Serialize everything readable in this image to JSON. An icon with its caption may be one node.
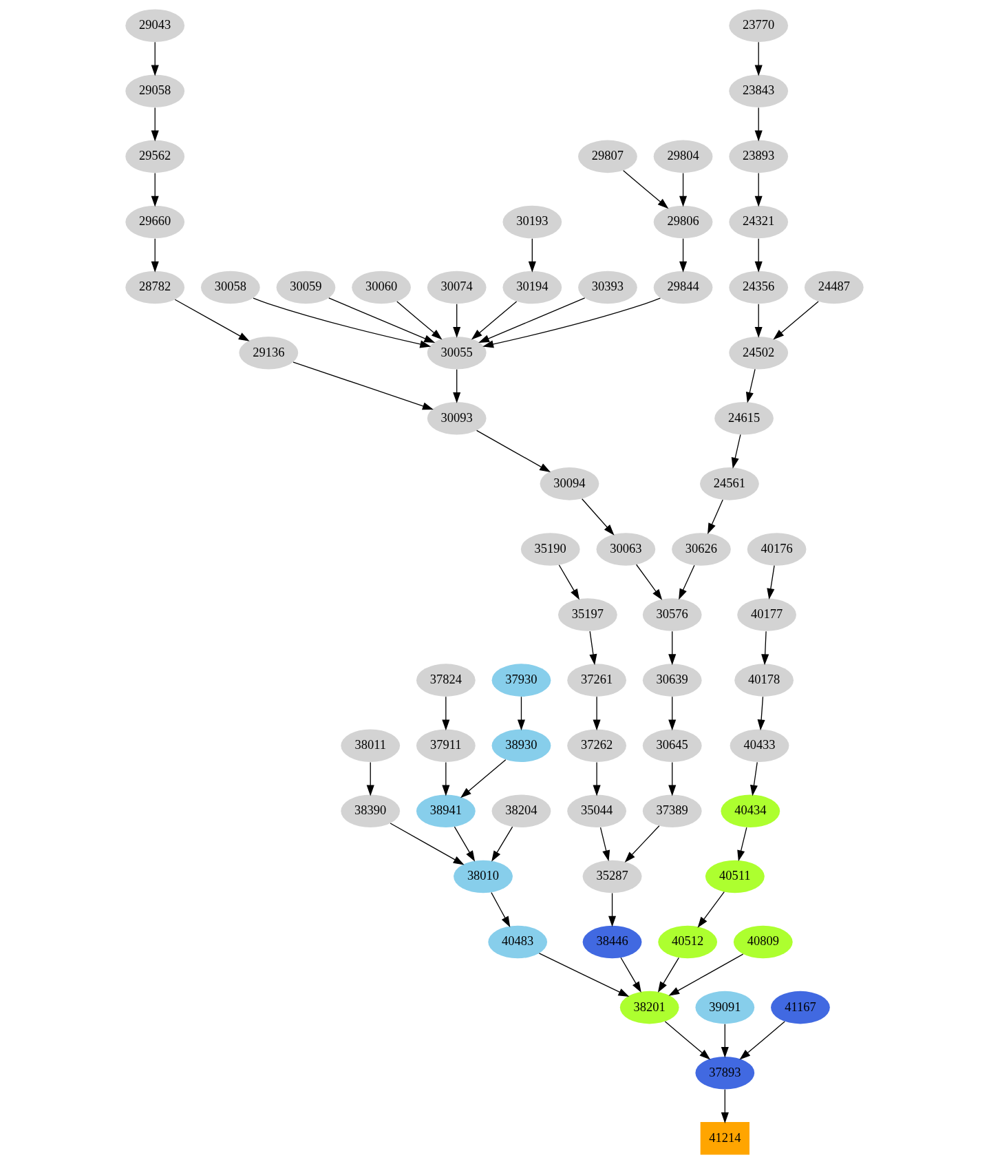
{
  "diagram": {
    "nodes": [
      {
        "text": [
          "29043"
        ]
      },
      {
        "text": [
          "23770"
        ]
      },
      {
        "text": [
          "29058"
        ]
      },
      {
        "text": [
          "23843"
        ]
      },
      {
        "text": [
          "29562"
        ]
      },
      {
        "text": [
          "29804"
        ]
      },
      {
        "text": [
          "29807"
        ]
      },
      {
        "text": [
          "23893"
        ]
      },
      {
        "text": [
          "29660"
        ]
      },
      {
        "text": [
          "29806"
        ]
      },
      {
        "text": [
          "30193"
        ]
      },
      {
        "text": [
          "24321"
        ]
      },
      {
        "text": [
          "28782"
        ]
      },
      {
        "text": [
          "29844"
        ]
      },
      {
        "text": [
          "30058"
        ]
      },
      {
        "text": [
          "30059"
        ]
      },
      {
        "text": [
          "30060"
        ]
      },
      {
        "text": [
          "30074"
        ]
      },
      {
        "text": [
          "30194"
        ]
      },
      {
        "text": [
          "30393"
        ]
      },
      {
        "text": [
          "24356"
        ]
      },
      {
        "text": [
          "24487"
        ]
      },
      {
        "text": [
          "29136"
        ]
      },
      {
        "text": [
          "30055"
        ]
      },
      {
        "text": [
          "24502"
        ]
      },
      {
        "text": [
          "30093"
        ]
      },
      {
        "text": [
          "24615"
        ]
      },
      {
        "text": [
          "30094"
        ]
      },
      {
        "text": [
          "24561"
        ]
      },
      {
        "text": [
          "35190"
        ]
      },
      {
        "text": [
          "30063"
        ]
      },
      {
        "text": [
          "30626"
        ]
      },
      {
        "text": [
          "40176"
        ]
      },
      {
        "text": [
          "35197"
        ]
      },
      {
        "text": [
          "30576"
        ]
      },
      {
        "text": [
          "40177"
        ]
      },
      {
        "text": [
          "37261"
        ]
      },
      {
        "text": [
          "30639"
        ]
      },
      {
        "text": [
          "37930"
        ]
      },
      {
        "text": [
          "37824"
        ]
      },
      {
        "text": [
          "40178"
        ]
      },
      {
        "text": [
          "37262"
        ]
      },
      {
        "text": [
          "30645"
        ]
      },
      {
        "text": [
          "38930"
        ]
      },
      {
        "text": [
          "37911"
        ]
      },
      {
        "text": [
          "38011"
        ]
      },
      {
        "text": [
          "40433"
        ]
      },
      {
        "text": [
          "35044"
        ]
      },
      {
        "text": [
          "37389"
        ]
      },
      {
        "text": [
          "38941"
        ]
      },
      {
        "text": [
          "38204"
        ]
      },
      {
        "text": [
          "38390"
        ]
      },
      {
        "text": [
          "40434"
        ]
      },
      {
        "text": [
          "35287"
        ]
      },
      {
        "text": [
          "38010"
        ]
      },
      {
        "text": [
          "40511"
        ]
      },
      {
        "text": [
          "38446"
        ]
      },
      {
        "text": [
          "40483"
        ]
      },
      {
        "text": [
          "40512"
        ]
      },
      {
        "text": [
          "40809"
        ]
      },
      {
        "text": [
          "38201"
        ]
      },
      {
        "text": [
          "39091"
        ]
      },
      {
        "text": [
          "41167"
        ]
      },
      {
        "text": [
          "37893"
        ]
      },
      {
        "text": [
          "41214"
        ]
      }
    ],
    "edges": [
      {
        "from": 0,
        "to": 2,
        "arrow": "to"
      },
      {
        "from": 2,
        "to": 4,
        "arrow": "to"
      },
      {
        "from": 4,
        "to": 8,
        "arrow": "to"
      },
      {
        "from": 8,
        "to": 12,
        "arrow": "to"
      },
      {
        "from": 12,
        "to": 22,
        "arrow": "to"
      },
      {
        "from": 5,
        "to": 9,
        "arrow": "to"
      },
      {
        "from": 6,
        "to": 9,
        "arrow": "to"
      },
      {
        "from": 9,
        "to": 13,
        "arrow": "to"
      },
      {
        "from": 10,
        "to": 18,
        "arrow": "to"
      },
      {
        "from": 13,
        "to": 23,
        "arrow": "to"
      },
      {
        "from": 14,
        "to": 23,
        "arrow": "to"
      },
      {
        "from": 15,
        "to": 23,
        "arrow": "to"
      },
      {
        "from": 16,
        "to": 23,
        "arrow": "to"
      },
      {
        "from": 17,
        "to": 23,
        "arrow": "to"
      },
      {
        "from": 18,
        "to": 23,
        "arrow": "to"
      },
      {
        "from": 19,
        "to": 23,
        "arrow": "to"
      },
      {
        "from": 23,
        "to": 25,
        "arrow": "to"
      },
      {
        "from": 22,
        "to": 25,
        "arrow": "to"
      },
      {
        "from": 25,
        "to": 27,
        "arrow": "to"
      },
      {
        "from": 27,
        "to": 30,
        "arrow": "to"
      },
      {
        "from": 30,
        "to": 34,
        "arrow": "to"
      },
      {
        "from": 1,
        "to": 3,
        "arrow": "to"
      },
      {
        "from": 3,
        "to": 7,
        "arrow": "to"
      },
      {
        "from": 7,
        "to": 11,
        "arrow": "to"
      },
      {
        "from": 11,
        "to": 20,
        "arrow": "to"
      },
      {
        "from": 20,
        "to": 24,
        "arrow": "to"
      },
      {
        "from": 21,
        "to": 24,
        "arrow": "to"
      },
      {
        "from": 24,
        "to": 26,
        "arrow": "to"
      },
      {
        "from": 26,
        "to": 28,
        "arrow": "to"
      },
      {
        "from": 28,
        "to": 31,
        "arrow": "to"
      },
      {
        "from": 31,
        "to": 34,
        "arrow": "to"
      },
      {
        "from": 34,
        "to": 37,
        "arrow": "to"
      },
      {
        "from": 37,
        "to": 42,
        "arrow": "to"
      },
      {
        "from": 42,
        "to": 48,
        "arrow": "to"
      },
      {
        "from": 48,
        "to": 53,
        "arrow": "to"
      },
      {
        "from": 29,
        "to": 33,
        "arrow": "to"
      },
      {
        "from": 33,
        "to": 36,
        "arrow": "to"
      },
      {
        "from": 36,
        "to": 41,
        "arrow": "to"
      },
      {
        "from": 41,
        "to": 47,
        "arrow": "to"
      },
      {
        "from": 47,
        "to": 53,
        "arrow": "to"
      },
      {
        "from": 53,
        "to": 56,
        "arrow": "to"
      },
      {
        "from": 38,
        "to": 43,
        "arrow": "to"
      },
      {
        "from": 43,
        "to": 49,
        "arrow": "to"
      },
      {
        "from": 39,
        "to": 44,
        "arrow": "to"
      },
      {
        "from": 44,
        "to": 49,
        "arrow": "to"
      },
      {
        "from": 45,
        "to": 51,
        "arrow": "to"
      },
      {
        "from": 49,
        "to": 54,
        "arrow": "to"
      },
      {
        "from": 50,
        "to": 54,
        "arrow": "to"
      },
      {
        "from": 51,
        "to": 54,
        "arrow": "to"
      },
      {
        "from": 54,
        "to": 57,
        "arrow": "to"
      },
      {
        "from": 32,
        "to": 35,
        "arrow": "to"
      },
      {
        "from": 35,
        "to": 40,
        "arrow": "to"
      },
      {
        "from": 40,
        "to": 46,
        "arrow": "to"
      },
      {
        "from": 46,
        "to": 52,
        "arrow": "to"
      },
      {
        "from": 52,
        "to": 55,
        "arrow": "to"
      },
      {
        "from": 55,
        "to": 58,
        "arrow": "to"
      },
      {
        "from": 56,
        "to": 60,
        "arrow": "to"
      },
      {
        "from": 57,
        "to": 60,
        "arrow": "to"
      },
      {
        "from": 58,
        "to": 60,
        "arrow": "to"
      },
      {
        "from": 59,
        "to": 60,
        "arrow": "to"
      },
      {
        "from": 60,
        "to": 63,
        "arrow": "to"
      },
      {
        "from": 61,
        "to": 63,
        "arrow": "to"
      },
      {
        "from": 62,
        "to": 63,
        "arrow": "to"
      },
      {
        "from": 63,
        "to": 64,
        "arrow": "to"
      }
    ]
  }
}
